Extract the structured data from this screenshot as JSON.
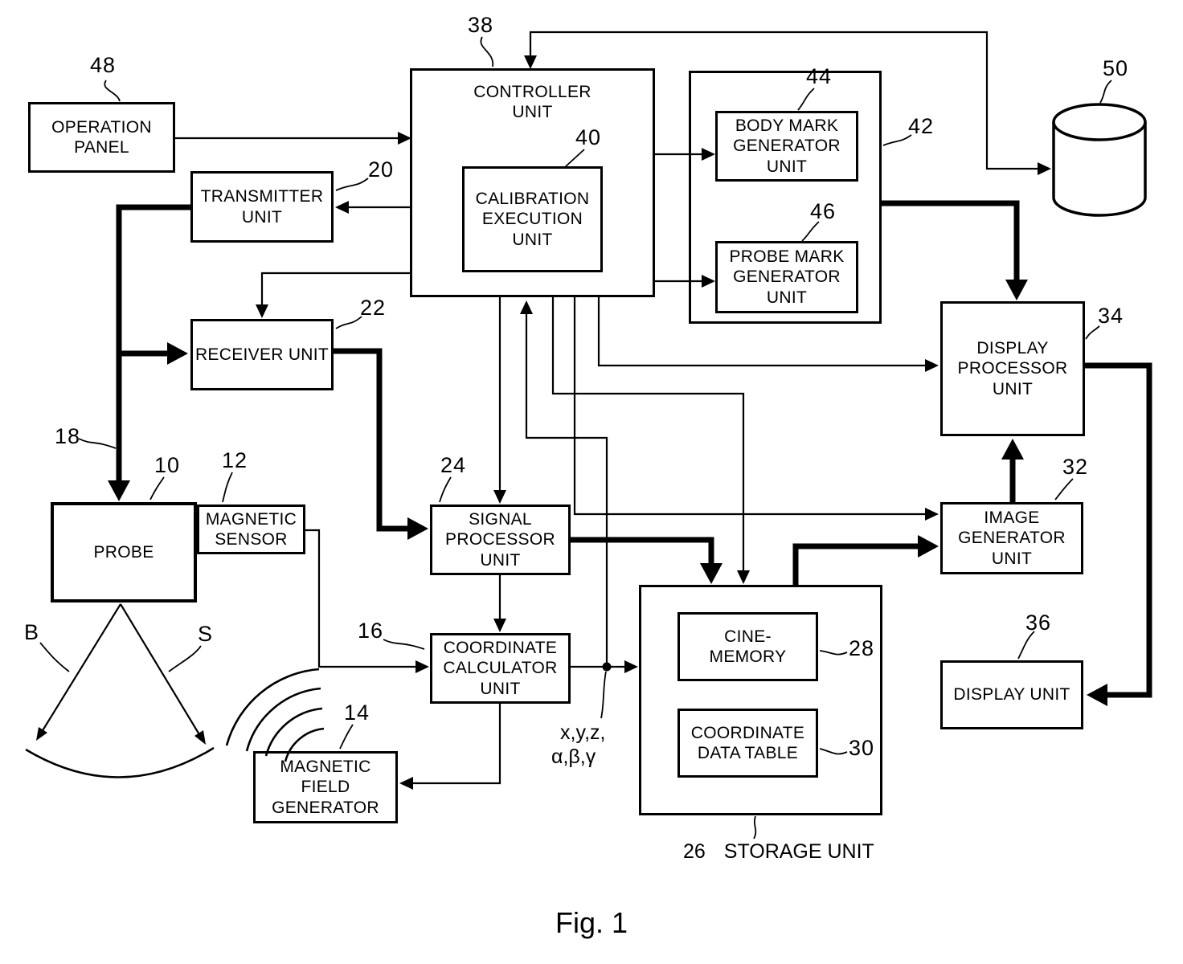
{
  "figure": {
    "caption": "Fig. 1"
  },
  "units": {
    "operation_panel": {
      "label": "OPERATION PANEL",
      "ref": "48"
    },
    "controller": {
      "label": "CONTROLLER UNIT",
      "ref": "38"
    },
    "calibration": {
      "label": "CALIBRATION EXECUTION UNIT",
      "ref": "40"
    },
    "transmitter": {
      "label": "TRANSMITTER UNIT",
      "ref": "20"
    },
    "receiver": {
      "label": "RECEIVER UNIT",
      "ref": "22"
    },
    "marks_group": {
      "ref": "42"
    },
    "body_mark": {
      "label": "BODY MARK GENERATOR UNIT",
      "ref": "44"
    },
    "probe_mark": {
      "label": "PROBE MARK GENERATOR UNIT",
      "ref": "46"
    },
    "memory_cylinder": {
      "ref": "50"
    },
    "display_processor": {
      "label": "DISPLAY PROCESSOR UNIT",
      "ref": "34"
    },
    "probe": {
      "label": "PROBE",
      "ref": "10"
    },
    "magnetic_sensor": {
      "label": "MAGNETIC SENSOR",
      "ref": "12"
    },
    "signal_processor": {
      "label": "SIGNAL PROCESSOR UNIT",
      "ref": "24"
    },
    "coordinate_calculator": {
      "label": "COORDINATE CALCULATOR UNIT",
      "ref": "16"
    },
    "magnetic_field_generator": {
      "label": "MAGNETIC FIELD GENERATOR",
      "ref": "14"
    },
    "storage": {
      "label": "STORAGE UNIT",
      "ref": "26"
    },
    "cine_memory": {
      "label": "CINE-MEMORY",
      "ref": "28"
    },
    "coordinate_data_table": {
      "label": "COORDINATE DATA TABLE",
      "ref": "30"
    },
    "image_generator": {
      "label": "IMAGE GENERATOR UNIT",
      "ref": "32"
    },
    "display_unit": {
      "label": "DISPLAY UNIT",
      "ref": "36"
    },
    "cable": {
      "ref": "18"
    }
  },
  "annotations": {
    "beam_left": "B",
    "beam_right": "S",
    "coords_line1": "x,y,z,",
    "coords_line2": "α,β,γ"
  }
}
